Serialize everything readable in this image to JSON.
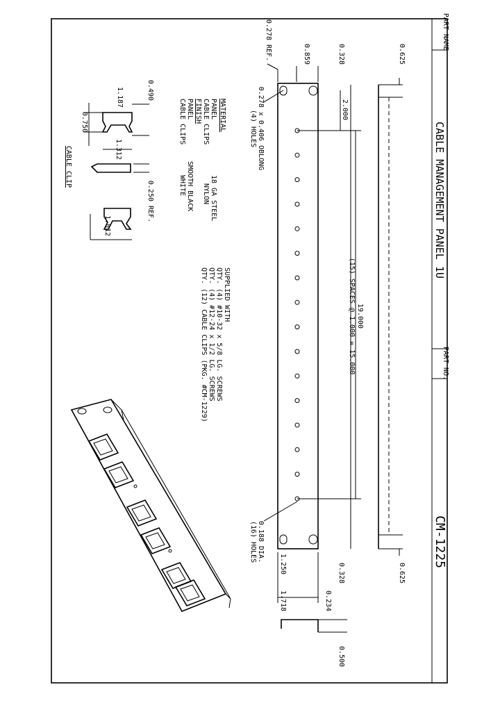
{
  "title_block": {
    "part_name_label": "PART NAME",
    "part_name_value": "CABLE MANAGEMENT PANEL 1U",
    "part_no_label": "PART NO.",
    "part_no_value": "CM-1225"
  },
  "material_notes": {
    "material_heading": "MATERIAL",
    "material_rows": [
      {
        "item": "PANEL",
        "spec": "18 GA STEEL"
      },
      {
        "item": "CABLE CLIPS",
        "spec": "NYLON"
      }
    ],
    "finish_heading": "FINISH",
    "finish_rows": [
      {
        "item": "PANEL",
        "spec": "SMOOTH BLACK"
      },
      {
        "item": "CABLE CLIPS",
        "spec": "WHITE"
      }
    ]
  },
  "supplied_notes": {
    "heading": "SUPPLIED WITH",
    "lines": [
      "QTY. (4) #10-32 x 5/8 LG. SCREWS",
      "QTY. (4) #12-24 x 1/2 LG. SCREWS",
      "QTY. (12) CABLE CLIPS (PKG. #CM-1229)"
    ]
  },
  "cable_clip": {
    "caption": "CABLE CLIP",
    "dims": {
      "d0490": "0.490",
      "d1187": "1.187",
      "d0750": "0.750",
      "d1312": "1.312",
      "d0250": "0.250 REF.",
      "d1812": "1.812"
    }
  },
  "panel_dims": {
    "ref278": "0.278 REF.",
    "d0859": "0.859",
    "d0328_top": "0.328",
    "d0625_top": "0.625",
    "oblong_note": "0.278 x 0.406 OBLONG",
    "oblong_qty": "(4) HOLES",
    "d2000": "2.000",
    "d19000": "19.000",
    "spacing_note": "(15) SPACES @ 1.000 = 15.000",
    "hole_dia": "0.188 DIA.",
    "hole_qty": "(16) HOLES",
    "d1250": "1.250",
    "d0328_bot": "0.328",
    "d0625_bot": "0.625",
    "d1718": "1.718",
    "d0234": "0.234",
    "d0500": "0.500"
  }
}
